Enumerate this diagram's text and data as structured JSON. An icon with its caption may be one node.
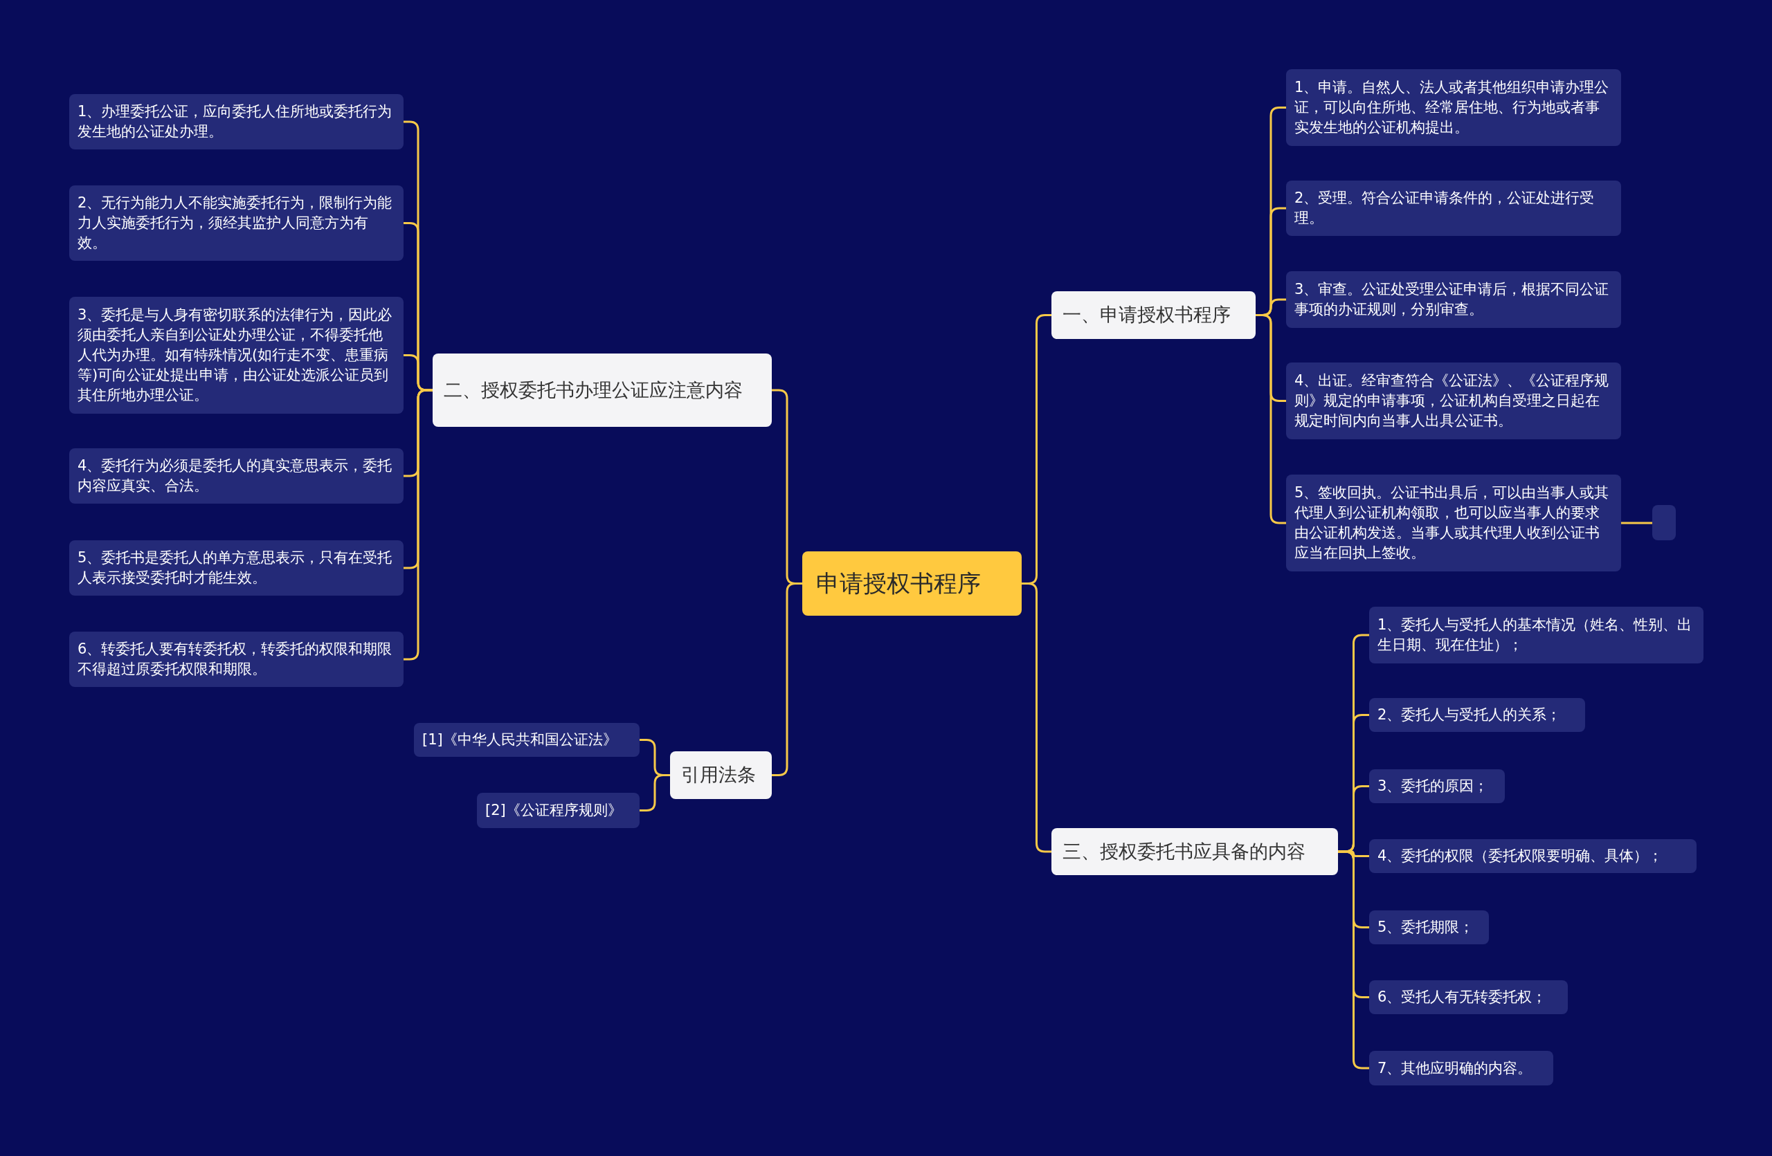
{
  "diagram": {
    "nodes": [
      {
        "text": [
          "申请授权书程序"
        ]
      },
      {
        "text": [
          "一、申请授权书程序"
        ]
      },
      {
        "text": [
          "1、申请。自然人、法人或者其他组织申请办理公证，可以向住所地、经常居住地、行为地或者事实发生地的公证机构提出。"
        ]
      },
      {
        "text": [
          "2、受理。符合公证申请条件的，公证处进行受理。"
        ]
      },
      {
        "text": [
          "3、审查。公证处受理公证申请后，根据不同公证事项的办证规则，分别审查。"
        ]
      },
      {
        "text": [
          "4、出证。经审查符合《公证法》、《公证程序规则》规定的申请事项，公证机构自受理之日起在规定时间内向当事人出具公证书。"
        ]
      },
      {
        "text": [
          "5、签收回执。公证书出具后，可以由当事人或其代理人到公证机构领取，也可以应当事人的要求由公证机构发送。当事人或其代理人收到公证书应当在回执上签收。"
        ]
      },
      {
        "text": [],
        "shape": "box"
      },
      {
        "text": [
          "三、授权委托书应具备的内容"
        ]
      },
      {
        "text": [
          "1、委托人与受托人的基本情况（姓名、性别、出生日期、现在住址）；"
        ]
      },
      {
        "text": [
          "2、委托人与受托人的关系；"
        ]
      },
      {
        "text": [
          "3、委托的原因；"
        ]
      },
      {
        "text": [
          "4、委托的权限（委托权限要明确、具体）；"
        ]
      },
      {
        "text": [
          "5、委托期限；"
        ]
      },
      {
        "text": [
          "6、受托人有无转委托权；"
        ]
      },
      {
        "text": [
          "7、其他应明确的内容。"
        ]
      },
      {
        "text": [
          "二、授权委托书办理公证应注意内容"
        ]
      },
      {
        "text": [
          "1、办理委托公证，应向委托人住所地或委托行为发生地的公证处办理。"
        ]
      },
      {
        "text": [
          "2、无行为能力人不能实施委托行为，限制行为能力人实施委托行为，须经其监护人同意方为有效。"
        ]
      },
      {
        "text": [
          "3、委托是与人身有密切联系的法律行为，因此必须由委托人亲自到公证处办理公证，不得委托他人代为办理。如有特殊情况(如行走不变、患重病等)可向公证处提出申请，由公证处选派公证员到其住所地办理公证。"
        ]
      },
      {
        "text": [
          "4、委托行为必须是委托人的真实意思表示，委托内容应真实、合法。"
        ]
      },
      {
        "text": [
          "5、委托书是委托人的单方意思表示，只有在受托人表示接受委托时才能生效。"
        ]
      },
      {
        "text": [
          "6、转委托人要有转委托权，转委托的权限和期限不得超过原委托权限和期限。"
        ]
      },
      {
        "text": [
          "引用法条"
        ]
      },
      {
        "text": [
          "[1]《中华人民共和国公证法》"
        ]
      },
      {
        "text": [
          "[2]《公证程序规则》"
        ]
      }
    ],
    "edges": [
      {
        "from": 0,
        "to": 1,
        "arrow": "none"
      },
      {
        "from": 1,
        "to": 2,
        "arrow": "none"
      },
      {
        "from": 1,
        "to": 3,
        "arrow": "none"
      },
      {
        "from": 1,
        "to": 4,
        "arrow": "none"
      },
      {
        "from": 1,
        "to": 5,
        "arrow": "none"
      },
      {
        "from": 1,
        "to": 6,
        "arrow": "none"
      },
      {
        "from": 6,
        "to": 7,
        "arrow": "none"
      },
      {
        "from": 0,
        "to": 8,
        "arrow": "none"
      },
      {
        "from": 8,
        "to": 9,
        "arrow": "none"
      },
      {
        "from": 8,
        "to": 10,
        "arrow": "none"
      },
      {
        "from": 8,
        "to": 11,
        "arrow": "none"
      },
      {
        "from": 8,
        "to": 12,
        "arrow": "none"
      },
      {
        "from": 8,
        "to": 13,
        "arrow": "none"
      },
      {
        "from": 8,
        "to": 14,
        "arrow": "none"
      },
      {
        "from": 8,
        "to": 15,
        "arrow": "none"
      },
      {
        "from": 0,
        "to": 16,
        "arrow": "none"
      },
      {
        "from": 16,
        "to": 17,
        "arrow": "none"
      },
      {
        "from": 16,
        "to": 18,
        "arrow": "none"
      },
      {
        "from": 16,
        "to": 19,
        "arrow": "none"
      },
      {
        "from": 16,
        "to": 20,
        "arrow": "none"
      },
      {
        "from": 16,
        "to": 21,
        "arrow": "none"
      },
      {
        "from": 16,
        "to": 22,
        "arrow": "none"
      },
      {
        "from": 0,
        "to": 23,
        "arrow": "none"
      },
      {
        "from": 23,
        "to": 24,
        "arrow": "none"
      },
      {
        "from": 23,
        "to": 25,
        "arrow": "none"
      }
    ]
  }
}
